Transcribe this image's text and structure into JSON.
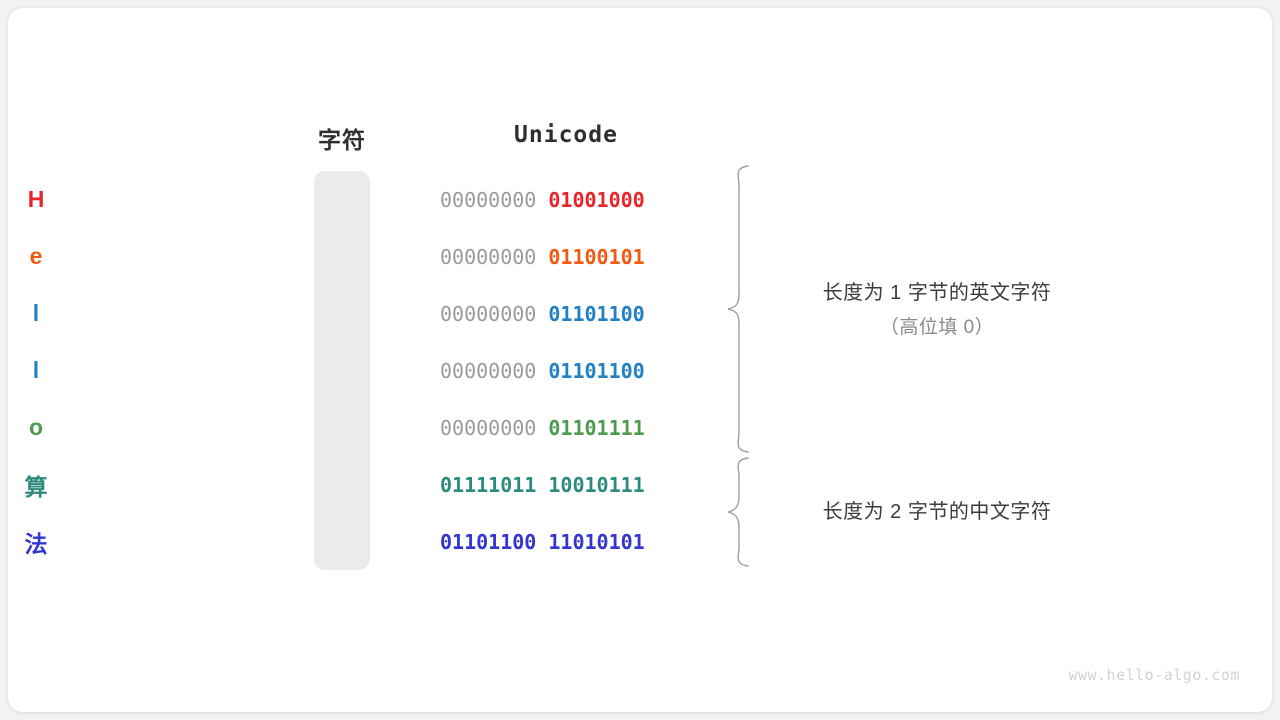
{
  "canvas": {
    "background": "#f2f2f2",
    "card_background": "#ffffff"
  },
  "headers": {
    "char": "字符",
    "unicode": "Unicode"
  },
  "colors": {
    "column_bg": "#ebebeb",
    "high_byte": "#9a9a9a",
    "brace": "#9a9a9a",
    "annotation_text": "#3c3c3c",
    "annotation_sub": "#8a8a8a",
    "watermark": "#d2d2d2"
  },
  "rows": [
    {
      "char": "H",
      "char_color": "#e8252a",
      "high": "00000000",
      "low": "01001000",
      "low_color": "#e8252a"
    },
    {
      "char": "e",
      "char_color": "#f05a12",
      "high": "00000000",
      "low": "01100101",
      "low_color": "#f05a12"
    },
    {
      "char": "l",
      "char_color": "#2280c4",
      "high": "00000000",
      "low": "01101100",
      "low_color": "#2280c4"
    },
    {
      "char": "l",
      "char_color": "#2280c4",
      "high": "00000000",
      "low": "01101100",
      "low_color": "#2280c4"
    },
    {
      "char": "o",
      "char_color": "#4e9a4e",
      "high": "00000000",
      "low": "01101111",
      "low_color": "#4e9a4e"
    },
    {
      "char": "算",
      "char_color": "#2e8a7c",
      "high": "01111011",
      "low": "10010111",
      "low_color": "#2e8a7c",
      "high_bold": true
    },
    {
      "char": "法",
      "char_color": "#3434cf",
      "high": "01101100",
      "low": "11010101",
      "low_color": "#3434cf",
      "high_bold": true
    }
  ],
  "annotations": [
    {
      "main": "长度为 1 字节的英文字符",
      "sub": "（高位填 0）",
      "group": "ascii-group"
    },
    {
      "main": "长度为 2 字节的中文字符",
      "sub": "",
      "group": "cjk-group"
    }
  ],
  "watermark": "www.hello-algo.com"
}
